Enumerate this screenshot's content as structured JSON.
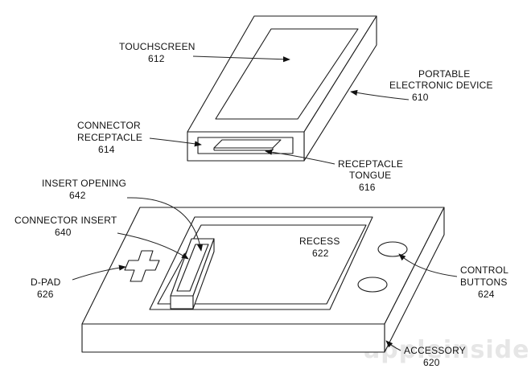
{
  "labels": {
    "touchscreen": {
      "text": "TOUCHSCREEN",
      "num": "612"
    },
    "portable_device_line1": "PORTABLE",
    "portable_device_line2": "ELECTRONIC DEVICE",
    "portable_device_num": "610",
    "connector_receptacle_line1": "CONNECTOR",
    "connector_receptacle_line2": "RECEPTACLE",
    "connector_receptacle_num": "614",
    "receptacle_tongue_line1": "RECEPTACLE",
    "receptacle_tongue_line2": "TONGUE",
    "receptacle_tongue_num": "616",
    "insert_opening": {
      "text": "INSERT OPENING",
      "num": "642"
    },
    "connector_insert": {
      "text": "CONNECTOR INSERT",
      "num": "640"
    },
    "recess": {
      "text": "RECESS",
      "num": "622"
    },
    "dpad": {
      "text": "D-PAD",
      "num": "626"
    },
    "control_buttons_line1": "CONTROL",
    "control_buttons_line2": "BUTTONS",
    "control_buttons_num": "624",
    "accessory": {
      "text": "ACCESSORY",
      "num": "620"
    }
  },
  "watermark": "appleinsider"
}
